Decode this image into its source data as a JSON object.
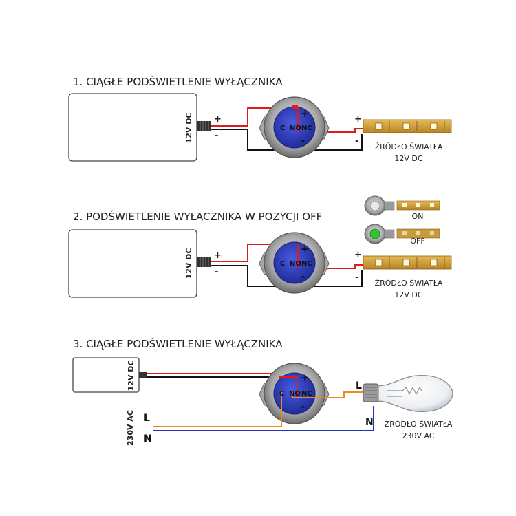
{
  "colors": {
    "red_wire": "#e01b1b",
    "black_wire": "#111111",
    "orange_wire": "#f08a1f",
    "blue_wire": "#2431b8",
    "switch_face": "#2f40c8",
    "switch_ring": "#b9b9b9",
    "on_indicator": "#34c134",
    "led_strip": "#d6a43a"
  },
  "diagram_1": {
    "title": "1. CIĄGŁE PODŚWIETLENIE WYŁĄCZNIKA",
    "supply_label": "12V DC",
    "plus": "+",
    "minus": "-",
    "switch_plus": "+",
    "switch_minus": "-",
    "terminal_c": "C",
    "terminal_no": "NO",
    "terminal_nc": "NC",
    "strip_plus": "+",
    "strip_minus": "-",
    "source_label_line1": "ŹRÓDŁO ŚWIATŁA",
    "source_label_line2": "12V DC"
  },
  "diagram_2": {
    "title": "2. PODŚWIETLENIE WYŁĄCZNIKA W POZYCJI OFF",
    "supply_label": "12V DC",
    "plus": "+",
    "minus": "-",
    "switch_plus": "+",
    "switch_minus": "-",
    "terminal_c": "C",
    "terminal_no": "NO",
    "terminal_nc": "NC",
    "strip_plus": "+",
    "strip_minus": "-",
    "source_label_line1": "ŹRÓDŁO ŚWIATŁA",
    "source_label_line2": "12V DC",
    "legend_on": "ON",
    "legend_off": "OFF"
  },
  "diagram_3": {
    "title": "3. CIĄGŁE PODŚWIETLENIE WYŁĄCZNIKA",
    "supply_label": "12V DC",
    "ac_label": "230V AC",
    "line_l": "L",
    "line_n": "N",
    "switch_plus": "+",
    "switch_minus": "-",
    "terminal_c": "C",
    "terminal_no": "NO",
    "terminal_nc": "NC",
    "bulb_l": "L",
    "bulb_n": "N",
    "source_label_line1": "ŹRÓDŁO ŚWIATŁA",
    "source_label_line2": "230V AC"
  }
}
